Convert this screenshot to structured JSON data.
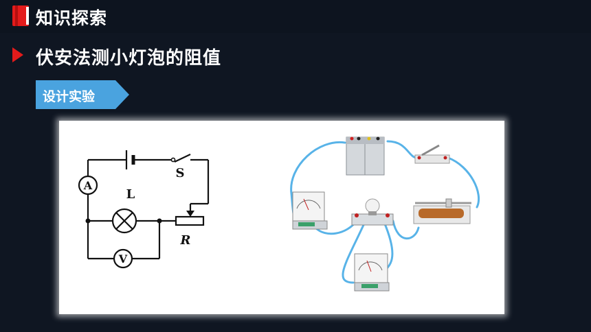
{
  "header": {
    "section_title": "知识探索",
    "icon": "book-icon"
  },
  "topic": {
    "title": "伏安法测小灯泡的阻值",
    "icon": "play-icon"
  },
  "tag": {
    "label": "设计实验"
  },
  "circuit": {
    "ammeter": "A",
    "voltmeter": "V",
    "switch": "S",
    "lamp": "L",
    "resistor": "R"
  },
  "colors": {
    "background": "#0f1622",
    "accent_red": "#e31b1b",
    "tag_blue": "#4aa3df",
    "wire_blue": "#58b3e8"
  }
}
